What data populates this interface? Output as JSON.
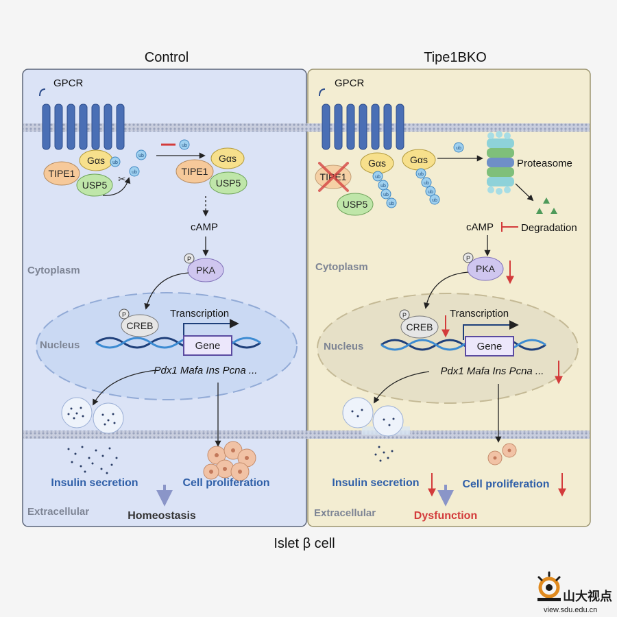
{
  "panels": {
    "control": {
      "title": "Control"
    },
    "ko": {
      "title": "Tipe1BKO"
    }
  },
  "labels": {
    "gpcr": "GPCR",
    "tipe1": "TIPE1",
    "gas": "Gαs",
    "usp5": "USP5",
    "ub": "ub",
    "camp": "cAMP",
    "pka": "PKA",
    "p": "P",
    "creb": "CREB",
    "transcription": "Transcription",
    "gene": "Gene",
    "genes": "Pdx1 Mafa Ins Pcna ...",
    "cytoplasm": "Cytoplasm",
    "nucleus": "Nucleus",
    "extracellular": "Extracellular",
    "insulin_secretion": "Insulin secretion",
    "cell_proliferation": "Cell proliferation",
    "homeostasis": "Homeostasis",
    "proteasome": "Proteasome",
    "degradation": "Degradation",
    "dysfunction": "Dysfunction",
    "minus": "—"
  },
  "footer": {
    "caption": "Islet β cell"
  },
  "watermark": {
    "text": "山大视点",
    "url": "view.sdu.edu.cn"
  },
  "colors": {
    "control_bg": "#dbe3f6",
    "ko_bg": "#f3edd2",
    "receptor": "#4a6fb5",
    "tipe1": "#f6c99a",
    "gas": "#f7e08c",
    "usp5": "#bfe6a9",
    "ub": "#7cc0ea",
    "pka": "#cfc6ef",
    "creb": "#e6e6e6",
    "gene_box": "#ece7fb",
    "down_arrow": "#d33b3b",
    "label_blue": "#2f5fa8",
    "dysfunction": "#d33b3b"
  }
}
